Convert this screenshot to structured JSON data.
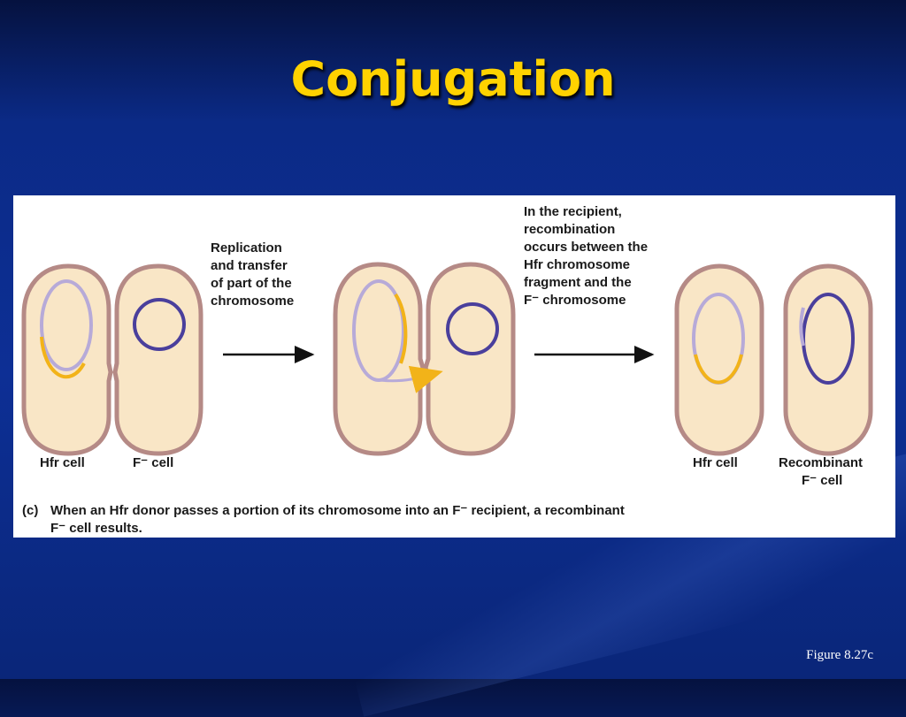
{
  "slide": {
    "title": "Conjugation",
    "figure_ref": "Figure 8.27c"
  },
  "diagram": {
    "step1_text": [
      "Replication",
      "and transfer",
      "of part of the",
      "chromosome"
    ],
    "step2_text": [
      "In the recipient,",
      "recombination",
      "occurs between the",
      "Hfr chromosome",
      "fragment and the",
      "F⁻ chromosome"
    ],
    "labels": {
      "hfr_cell_left": "Hfr cell",
      "f_minus_cell": "F⁻ cell",
      "hfr_cell_right": "Hfr cell",
      "recombinant_line1": "Recombinant",
      "recombinant_line2": "F⁻ cell"
    },
    "caption_tag": "(c)",
    "caption_line1": "When an Hfr donor passes a portion of its chromosome into an F⁻ recipient, a recombinant",
    "caption_line2": "F⁻ cell results.",
    "colors": {
      "cell_fill": "#f9e6c6",
      "cell_wall": "#b58a86",
      "hfr_dna": "#b7aad8",
      "fminus_dna": "#4a3f9c",
      "transfer_segment": "#f2b319"
    }
  }
}
